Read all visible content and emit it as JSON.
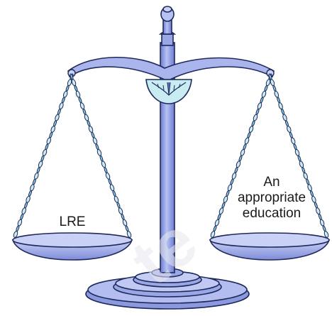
{
  "left_pan": {
    "label": "LRE"
  },
  "right_pan": {
    "lines": [
      "An",
      "appropriate",
      "education"
    ]
  },
  "watermark": {
    "text": "te"
  },
  "colors": {
    "metal": "#9aa8e6",
    "metal_light": "#c8d0f5",
    "metal_dark": "#6472c2",
    "outline": "#1e2a5a",
    "dial": "#c9ebf2"
  }
}
